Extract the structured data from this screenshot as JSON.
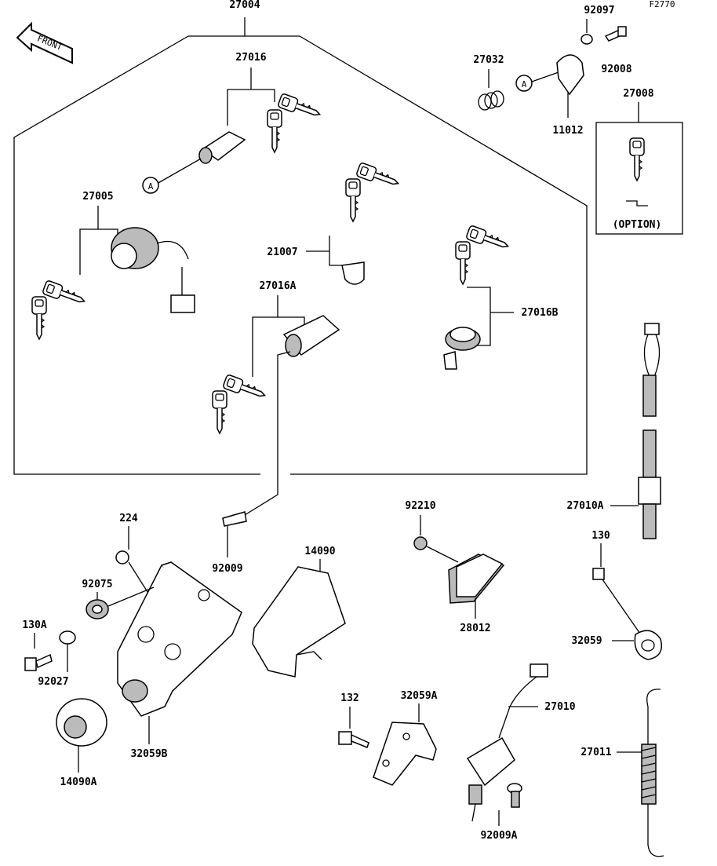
{
  "diagram": {
    "code": "F2770",
    "front_label": "FRONT",
    "ref_marker": "A",
    "option_label": "(OPTION)",
    "parts": {
      "p27004": "27004",
      "p92097": "92097",
      "p92008": "92008",
      "p27032": "27032",
      "p11012": "11012",
      "p27008": "27008",
      "p27016": "27016",
      "p27005": "27005",
      "p21007": "21007",
      "p27016A": "27016A",
      "p27016B": "27016B",
      "p27010A": "27010A",
      "p130": "130",
      "p92210": "92210",
      "p28012": "28012",
      "p224": "224",
      "p92009": "92009",
      "p14090": "14090",
      "p92075": "92075",
      "p130A": "130A",
      "p92027": "92027",
      "p32059": "32059",
      "p14090A": "14090A",
      "p32059B": "32059B",
      "p132": "132",
      "p32059A": "32059A",
      "p27010": "27010",
      "p27011": "27011",
      "p92009A": "92009A"
    }
  }
}
